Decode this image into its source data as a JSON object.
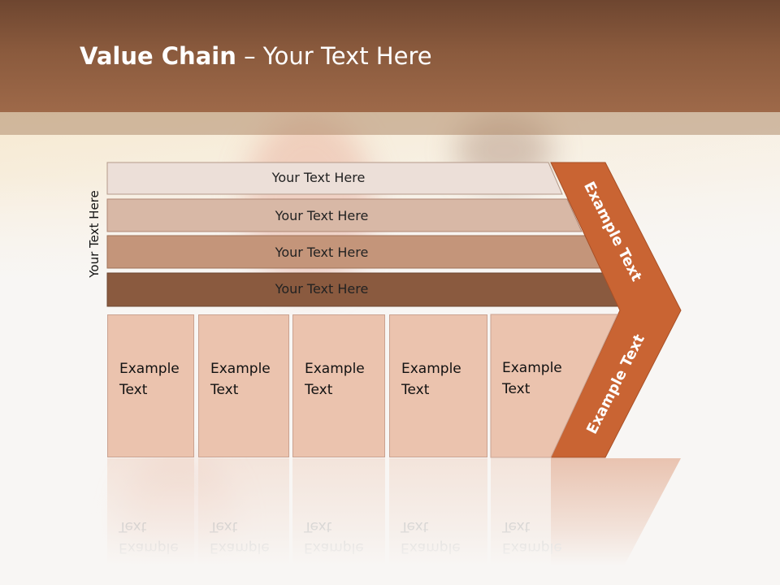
{
  "title": {
    "bold": "Value Chain",
    "rest": " – Your Text Here"
  },
  "side_label": "Your Text Here",
  "bars": [
    {
      "label": "Your Text Here"
    },
    {
      "label": "Your Text Here"
    },
    {
      "label": "Your Text Here"
    },
    {
      "label": "Your Text Here"
    }
  ],
  "columns": [
    {
      "line1": "Example",
      "line2": "Text"
    },
    {
      "line1": "Example",
      "line2": "Text"
    },
    {
      "line1": "Example",
      "line2": "Text"
    },
    {
      "line1": "Example",
      "line2": "Text"
    },
    {
      "line1": "Example",
      "line2": "Text"
    }
  ],
  "arrow": {
    "upper_label": "Example Text",
    "lower_label": "Example Text"
  },
  "colors": {
    "title_bar": "#8a5a3d",
    "bar_1": "#ecdfd8",
    "bar_2": "#d8b8a6",
    "bar_3": "#c4957a",
    "bar_4": "#8a5a3f",
    "column_fill": "#ebc3ae",
    "arrow_fill": "#c96433"
  }
}
